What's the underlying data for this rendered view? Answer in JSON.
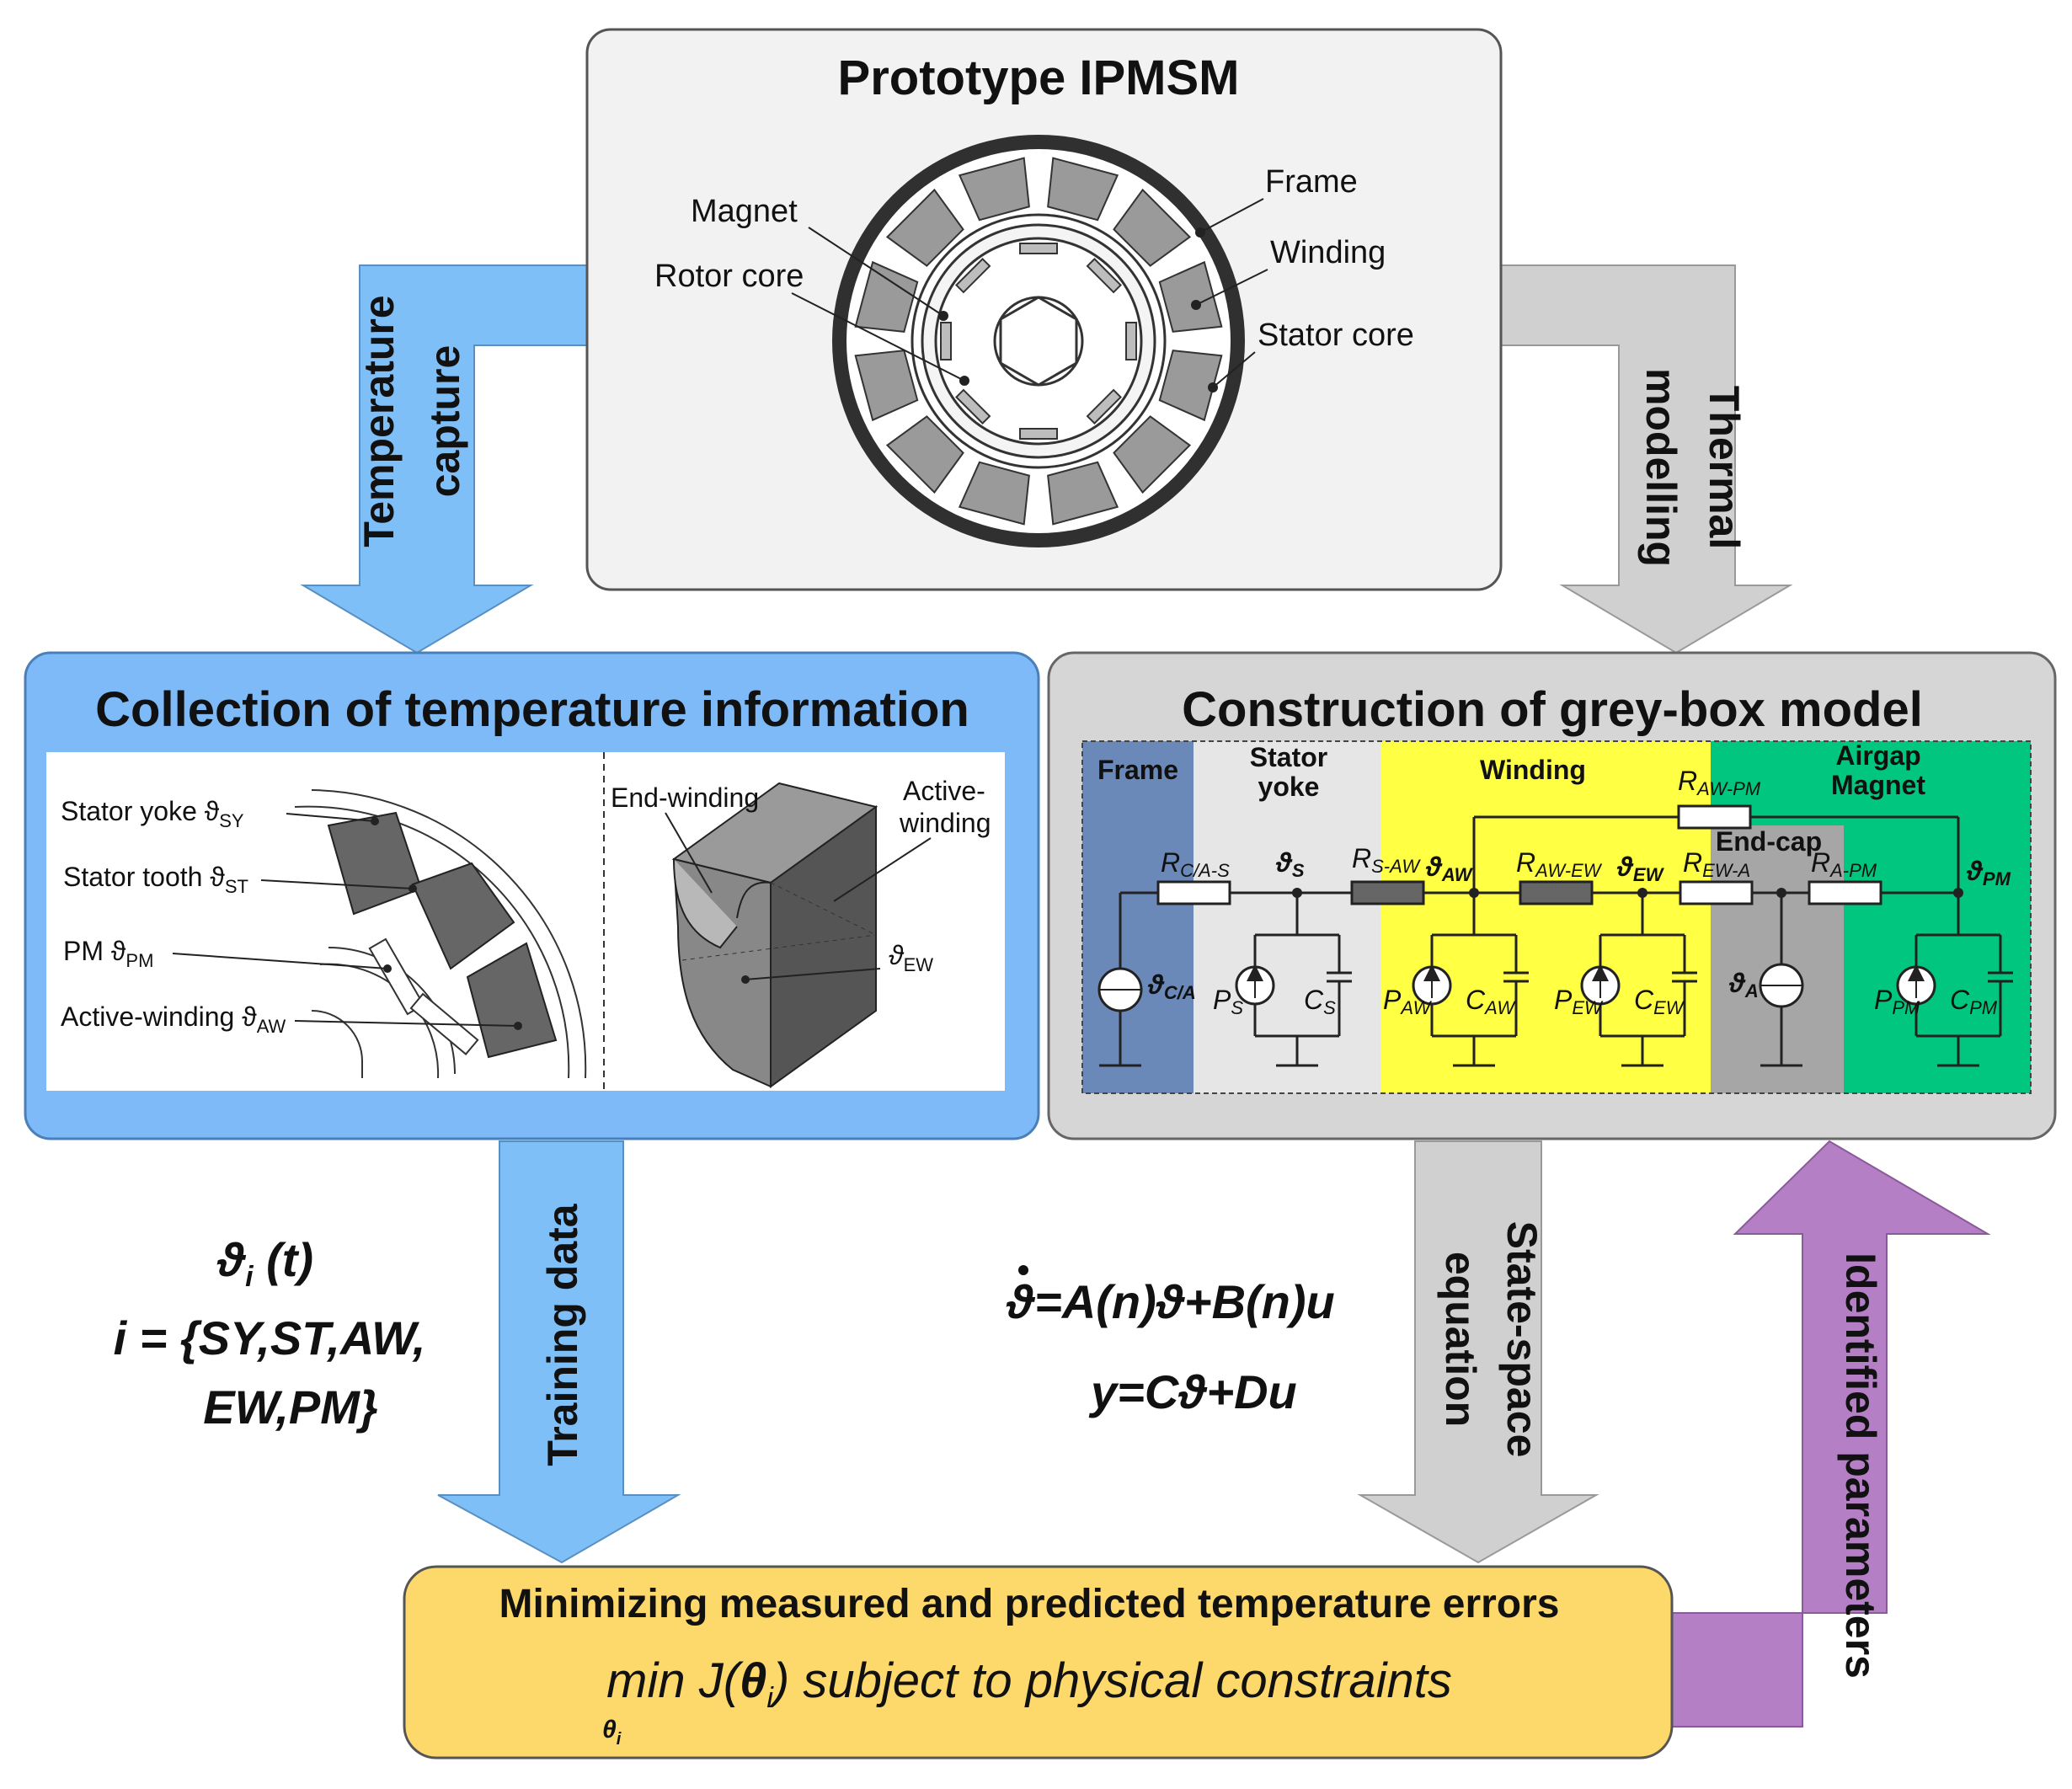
{
  "prototype": {
    "title": "Prototype IPMSM",
    "labels": {
      "magnet": "Magnet",
      "rotor_core": "Rotor core",
      "frame": "Frame",
      "winding": "Winding",
      "stator_core": "Stator core"
    }
  },
  "arrows": {
    "temperature_capture_1": "Temperature",
    "temperature_capture_2": "capture",
    "thermal_modelling_1": "Thermal",
    "thermal_modelling_2": "modelling",
    "training_data": "Training data",
    "state_space_1": "State-space",
    "state_space_2": "equation",
    "identified_parameters": "Identified parameters"
  },
  "collection": {
    "title": "Collection of temperature information",
    "labels": {
      "stator_yoke": "Stator yoke ϑ",
      "stator_yoke_sub": "SY",
      "stator_tooth": "Stator tooth ϑ",
      "stator_tooth_sub": "ST",
      "pm": "PM ϑ",
      "pm_sub": "PM",
      "active_winding": "Active-winding ϑ",
      "active_winding_sub": "AW",
      "end_winding": "End-winding",
      "active_winding_3d_1": "Active-",
      "active_winding_3d_2": "winding",
      "ew": "ϑ",
      "ew_sub": "EW"
    }
  },
  "greybox": {
    "title": "Construction of grey-box model",
    "regions": {
      "frame": "Frame",
      "stator_yoke_1": "Stator",
      "stator_yoke_2": "yoke",
      "winding": "Winding",
      "airgap_1": "Airgap",
      "airgap_2": "Magnet",
      "end_cap": "End-cap"
    },
    "components": {
      "r_ca_s": "R",
      "r_ca_s_sub": "C/A-S",
      "r_s_aw": "R",
      "r_s_aw_sub": "S-AW",
      "r_aw_ew": "R",
      "r_aw_ew_sub": "AW-EW",
      "r_ew_a": "R",
      "r_ew_a_sub": "EW-A",
      "r_a_pm": "R",
      "r_a_pm_sub": "A-PM",
      "r_aw_pm": "R",
      "r_aw_pm_sub": "AW-PM",
      "theta_s": "ϑ",
      "theta_s_sub": "S",
      "theta_aw": "ϑ",
      "theta_aw_sub": "AW",
      "theta_ew": "ϑ",
      "theta_ew_sub": "EW",
      "theta_pm": "ϑ",
      "theta_pm_sub": "PM",
      "theta_ca": "ϑ",
      "theta_ca_sub": "C/A",
      "theta_a": "ϑ",
      "theta_a_sub": "A",
      "p_s": "P",
      "p_s_sub": "S",
      "c_s": "C",
      "c_s_sub": "S",
      "p_aw": "P",
      "p_aw_sub": "AW",
      "c_aw": "C",
      "c_aw_sub": "AW",
      "p_ew": "P",
      "p_ew_sub": "EW",
      "c_ew": "C",
      "c_ew_sub": "EW",
      "p_pm": "P",
      "p_pm_sub": "PM",
      "c_pm": "C",
      "c_pm_sub": "PM"
    }
  },
  "left_equation": {
    "line1": "ϑ",
    "line1_sub": "i",
    "line1_rest": " (t)",
    "line2_i": "i",
    "line2_rest": " = {SY,ST,AW,",
    "line3": "EW,PM}"
  },
  "right_equation": {
    "line1": "ϑ=A(n)ϑ+B(n)u",
    "line2": "y=Cϑ+Du"
  },
  "bottom": {
    "title": "Minimizing measured and predicted temperature errors",
    "formula_pre": "min J(",
    "formula_theta": "θ",
    "formula_sub": "i",
    "formula_post": ") subject to physical constraints",
    "under_theta": "θ",
    "under_sub": "i"
  },
  "colors": {
    "blue_arrow": "#7fbff7",
    "blue_box": "#7dbaf7",
    "grey_box": "#d6d6d6",
    "grey_arrow": "#d0d0d0",
    "purple_arrow": "#b47fc5",
    "yellow_box": "#fdd86a",
    "frame_region": "#6a88b8",
    "stator_region": "#e6e6e6",
    "winding_region": "#ffff44",
    "airgap_region": "#00c67f",
    "endcap_region": "#a6a6a6"
  }
}
